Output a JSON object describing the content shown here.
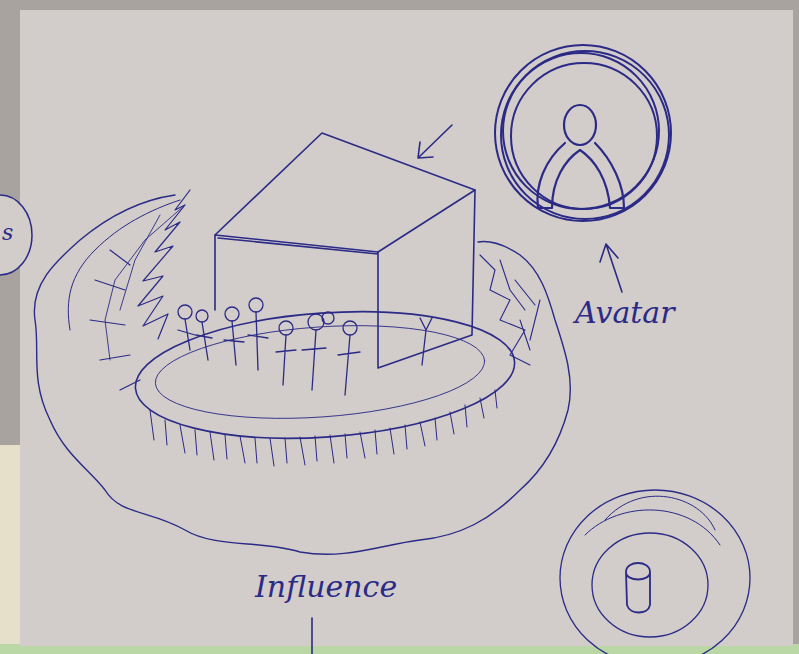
{
  "diagram": {
    "labels": [
      "s",
      "Avatar",
      "Influence"
    ]
  }
}
